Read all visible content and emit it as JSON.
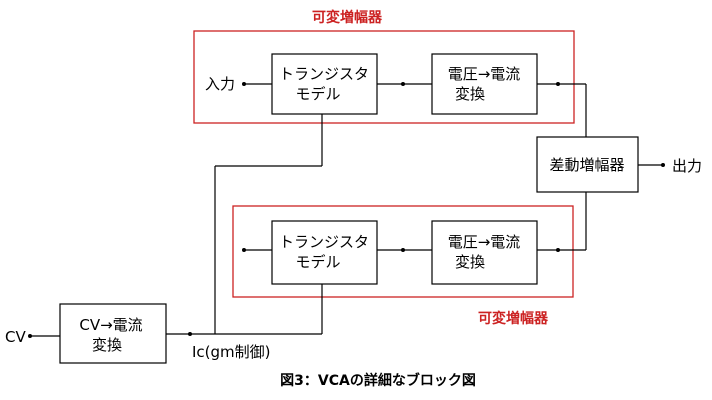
{
  "colors": {
    "line": "#000000",
    "group_border": "#cc2222",
    "group_label": "#cc2222",
    "background": "#ffffff"
  },
  "group_top": {
    "label": "可変増幅器"
  },
  "group_bottom": {
    "label": "可変増幅器"
  },
  "blocks": {
    "transistor_top": {
      "line1": "トランジスタ",
      "line2": "モデル"
    },
    "v2i_top": {
      "line1": "電圧→電流",
      "line2": "変換"
    },
    "transistor_bottom": {
      "line1": "トランジスタ",
      "line2": "モデル"
    },
    "v2i_bottom": {
      "line1": "電圧→電流",
      "line2": "変換"
    },
    "diff_amp": {
      "label": "差動増幅器"
    },
    "cv2i": {
      "line1": "CV→電流",
      "line2": "変換"
    }
  },
  "terminals": {
    "input": "入力",
    "output": "出力",
    "cv": "CV",
    "ic": "Ic(gm制御)"
  },
  "caption": "図3：VCAの詳細なブロック図"
}
